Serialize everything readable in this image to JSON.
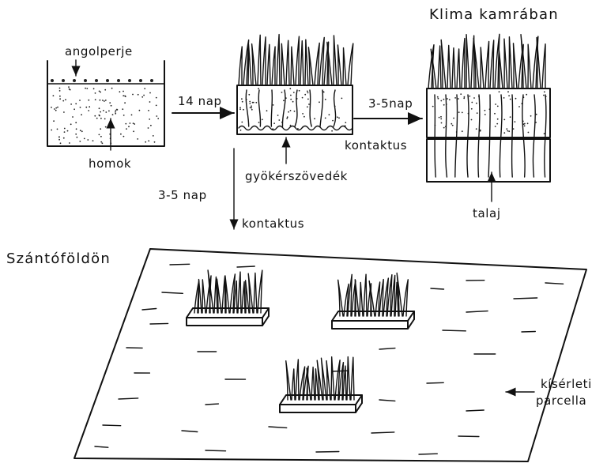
{
  "labels": {
    "seed": "angolperje",
    "sand": "homok",
    "days_14": "14 nap",
    "root_mat": "gyökérszövedék",
    "days_3_5_down": "3-5 nap",
    "contact_down": "kontaktus",
    "days_3_5_right": "3-5nap",
    "contact_right": "kontaktus",
    "soil": "talaj",
    "climate_chamber": "Klima kamrában",
    "field": "Szántóföldön",
    "plot_line1": "kísérleti",
    "plot_line2": "parcella"
  },
  "colors": {
    "ink": "#111111",
    "paper": "#ffffff"
  }
}
